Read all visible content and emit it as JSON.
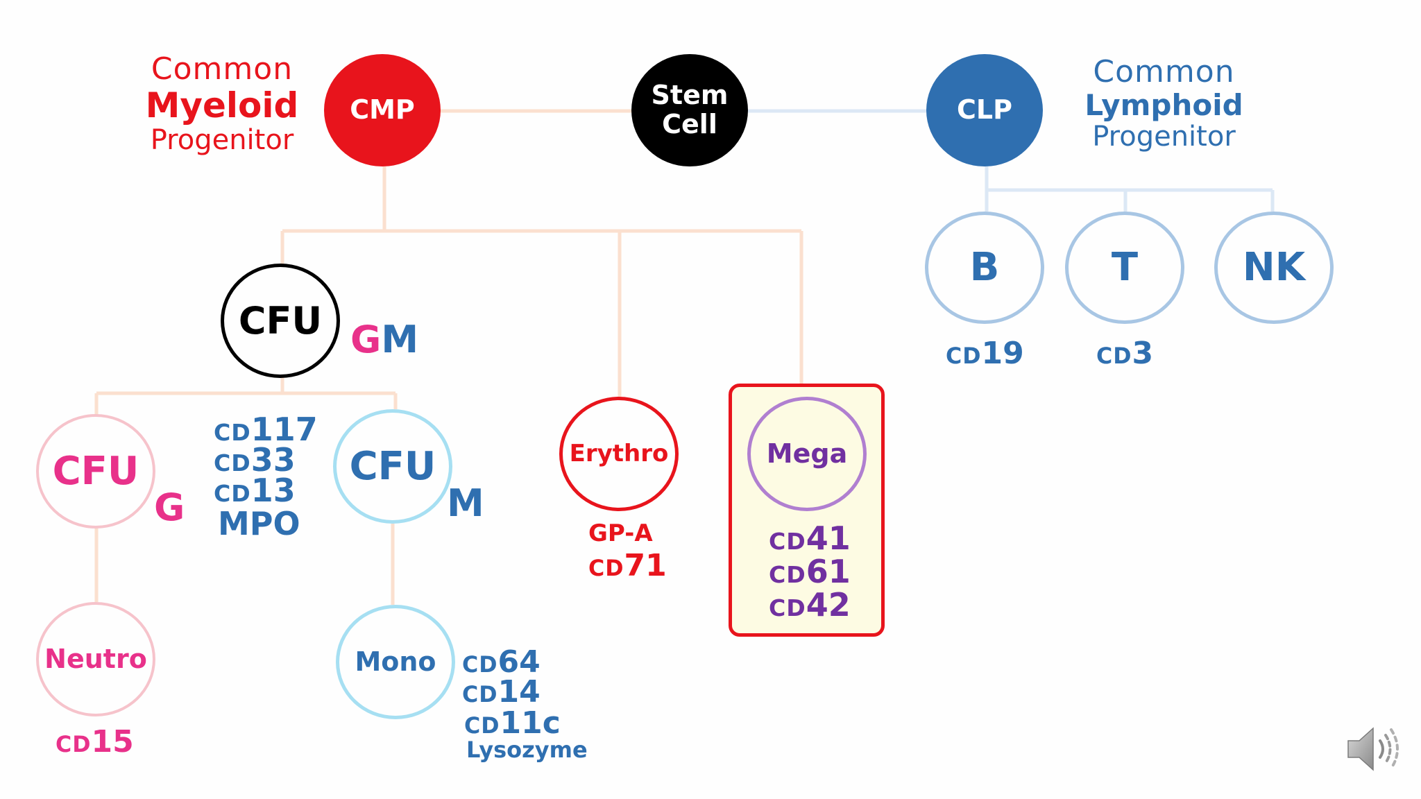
{
  "colors": {
    "myeloid_red": "#e8141c",
    "lymphoid_blue": "#2f6fb0",
    "light_blue": "#a8c6e4",
    "pink": "#e8318a",
    "pale_pink": "#f6c3cb",
    "cyan_ring": "#a6dff2",
    "purple": "#7030a0",
    "mega_ring": "#b07fd0",
    "connector_peach": "#fbe0cf",
    "connector_blue": "#dce8f5",
    "black": "#000000"
  },
  "cmp_title": {
    "line1": "Common",
    "line2": "Myeloid",
    "line3": "Progenitor"
  },
  "clp_title": {
    "line1": "Common",
    "line2": "Lymphoid",
    "line3": "Progenitor"
  },
  "nodes": {
    "cmp": "CMP",
    "stem_line1": "Stem",
    "stem_line2": "Cell",
    "clp": "CLP",
    "b": "B",
    "t": "T",
    "nk": "NK",
    "cfu_gm": "CFU",
    "cfu_g": "CFU",
    "cfu_m": "CFU",
    "erythro": "Erythro",
    "mega": "Mega",
    "neutro": "Neutro",
    "mono": "Mono"
  },
  "suffix": {
    "gm_g": "G",
    "gm_m": "M",
    "g": "G",
    "m": "M"
  },
  "markers": {
    "b": {
      "prefix": "CD",
      "num": "19"
    },
    "t": {
      "prefix": "CD",
      "num": "3"
    },
    "cfu_gm": [
      {
        "prefix": "CD",
        "num": "117"
      },
      {
        "prefix": "CD",
        "num": "33"
      },
      {
        "prefix": "CD",
        "num": "13"
      },
      {
        "prefix": "",
        "num": "MPO"
      }
    ],
    "erythro": [
      {
        "prefix": "",
        "num": "GP-A"
      },
      {
        "prefix": "CD",
        "num": "71"
      }
    ],
    "mega": [
      {
        "prefix": "CD",
        "num": "41"
      },
      {
        "prefix": "CD",
        "num": "61"
      },
      {
        "prefix": "CD",
        "num": "42"
      }
    ],
    "neutro": {
      "prefix": "CD",
      "num": "15"
    },
    "mono": [
      {
        "prefix": "CD",
        "num": "64"
      },
      {
        "prefix": "CD",
        "num": "14"
      },
      {
        "prefix": "CD",
        "num": "11c"
      },
      {
        "prefix": "",
        "num": "Lysozyme"
      }
    ]
  },
  "icons": {
    "speaker": "speaker-icon"
  }
}
